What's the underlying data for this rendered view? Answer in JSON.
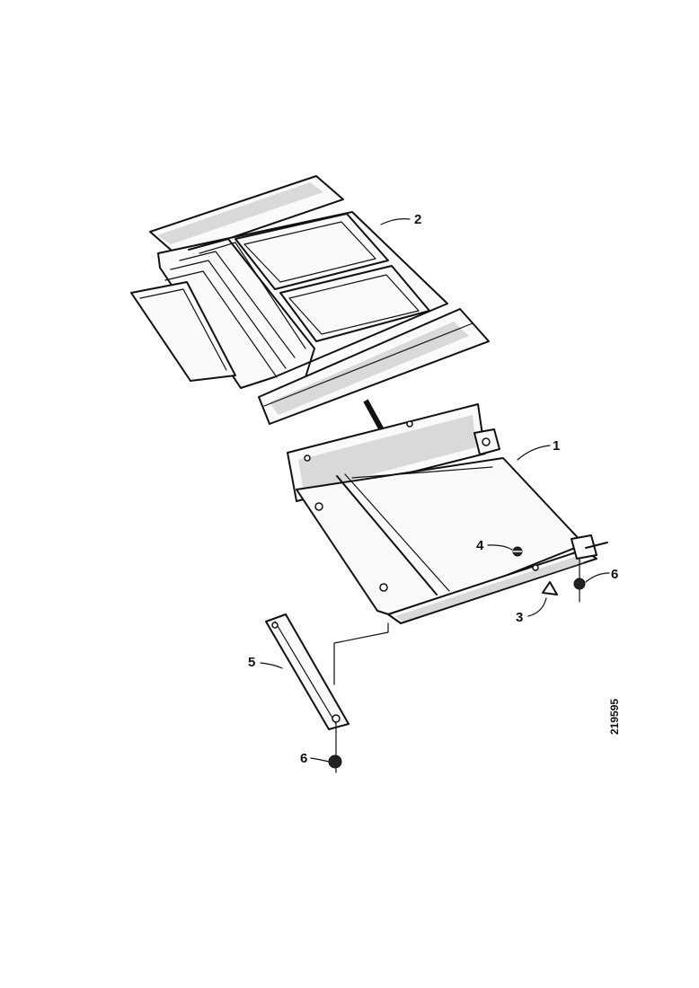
{
  "callouts": {
    "part_1": "1",
    "part_2": "2",
    "part_3": "3",
    "part_4": "4",
    "part_5": "5",
    "part_6a": "6",
    "part_6b": "6"
  },
  "figure_id": "219595",
  "colors": {
    "ink": "#111111",
    "paper": "#ffffff",
    "shade": "#d9d9d9"
  }
}
